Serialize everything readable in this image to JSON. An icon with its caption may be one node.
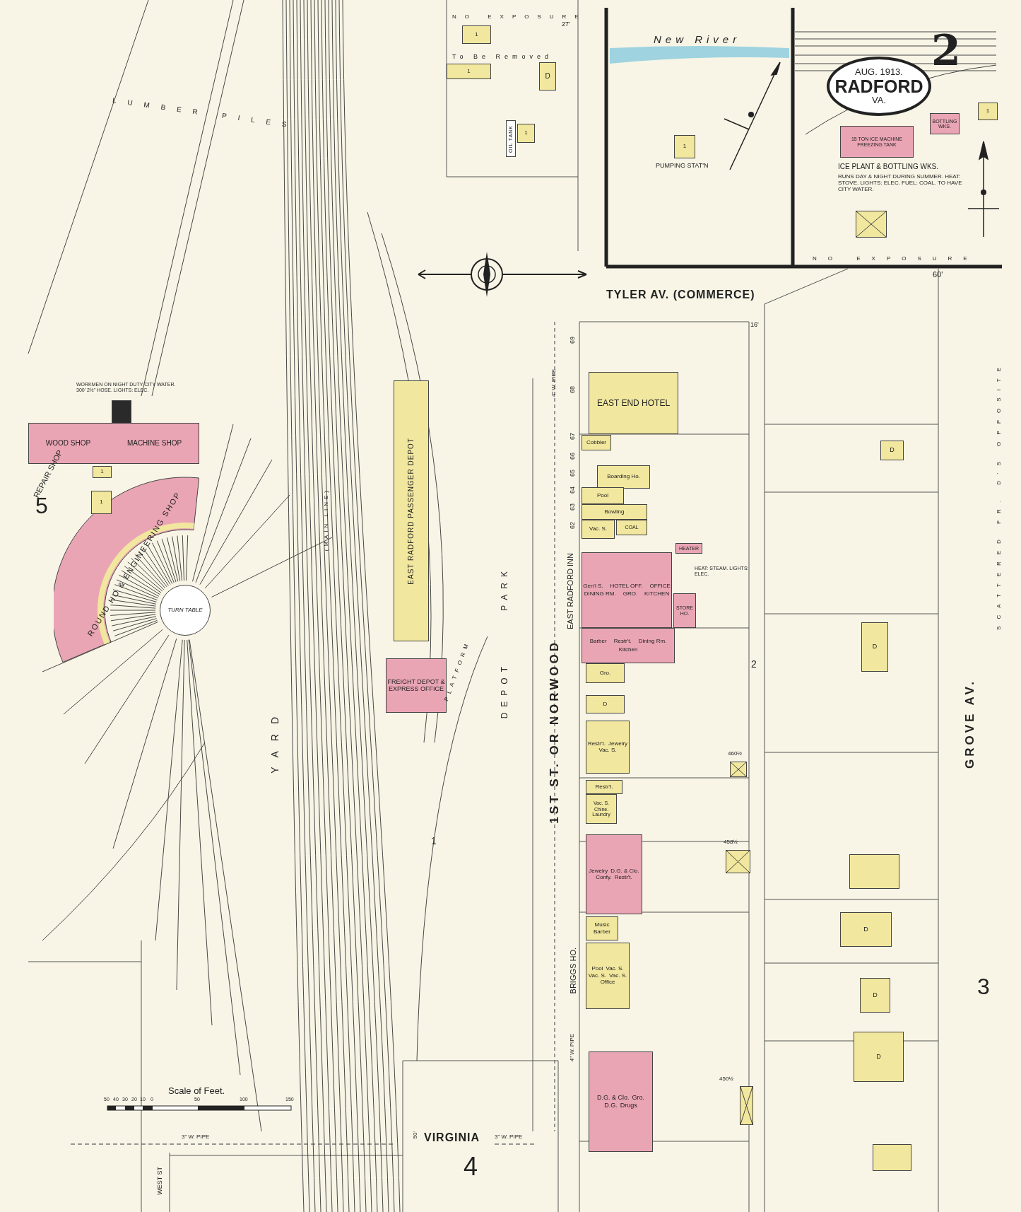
{
  "diagram": {
    "nodes": [
      {
        "text": [
          "1"
        ]
      },
      {
        "text": [
          "1"
        ]
      },
      {
        "text": [
          "D"
        ]
      },
      {
        "text": [
          "OIL TANK"
        ]
      },
      {
        "text": [
          "1"
        ]
      },
      {
        "text": [
          "1"
        ],
        "beside": [
          "PUMPING STAT'N"
        ]
      },
      {
        "text": [
          "15 TON ICE MACHINE",
          "FREEZING TANK"
        ],
        "beside": [
          "ICE PLANT & BOTTLING WKS."
        ]
      },
      {
        "text": [
          "BOTTLING WKS."
        ]
      },
      {
        "text": [
          "AUG. 1913.",
          "RADFORD",
          "VA."
        ]
      },
      {
        "text": [
          "1"
        ]
      },
      {
        "text": [],
        "shape": "box"
      },
      {
        "text": [
          "WOOD SHOP",
          "MACHINE SHOP"
        ],
        "beside": [
          "REPAIR SHOP"
        ]
      },
      {
        "text": [],
        "shape": "box"
      },
      {
        "text": [
          "ROUND HO & ENGINEERING SHOP"
        ]
      },
      {
        "text": [
          "TURN TABLE"
        ]
      },
      {
        "text": [
          "1"
        ]
      },
      {
        "text": [
          "1"
        ]
      },
      {
        "text": [
          "EAST RADFORD PASSENGER DEPOT"
        ]
      },
      {
        "text": [
          "FREIGHT DEPOT & EXPRESS OFFICE"
        ]
      },
      {
        "text": [
          "EAST END HOTEL"
        ]
      },
      {
        "text": [
          "Cobbler"
        ]
      },
      {
        "text": [
          "Boarding Ho."
        ]
      },
      {
        "text": [
          "Pool"
        ]
      },
      {
        "text": [
          "Bowling"
        ]
      },
      {
        "text": [
          "Vac. S."
        ]
      },
      {
        "text": [
          "COAL"
        ]
      },
      {
        "text": [
          "HEATER"
        ]
      },
      {
        "text": [
          "Gen'l S.",
          "HOTEL OFF.",
          "OFFICE",
          "DINING RM.",
          "GRO.",
          "KITCHEN"
        ],
        "beside": [
          "EAST RADFORD INN"
        ]
      },
      {
        "text": [
          "STORE HO."
        ]
      },
      {
        "text": [
          "Barber",
          "Restr't.",
          "Dining Rm.",
          "Kitchen"
        ]
      },
      {
        "text": [
          "Gro."
        ]
      },
      {
        "text": [
          "D"
        ]
      },
      {
        "text": [
          "Restr't.",
          "Jewelry",
          "Vac. S."
        ]
      },
      {
        "text": [
          "Restr't."
        ]
      },
      {
        "text": [
          "Vac. S.",
          "Chine. Laundry"
        ]
      },
      {
        "text": [
          "Jewelry",
          "D.G. & Clo.",
          "Confy.",
          "Restr't."
        ]
      },
      {
        "text": [
          "Music",
          "Barber"
        ]
      },
      {
        "text": [
          "Pool",
          "Vac. S.",
          "Vac. S.",
          "Vac. S.",
          "Office"
        ],
        "beside": [
          "BRIGGS HO."
        ]
      },
      {
        "text": [
          "D.G. & Clo.",
          "Gro.",
          "D.G.",
          "Drugs"
        ]
      },
      {
        "text": [
          "D"
        ]
      },
      {
        "text": [
          "D"
        ]
      },
      {
        "text": [],
        "shape": "box"
      },
      {
        "text": [
          "D"
        ]
      },
      {
        "text": [
          "D"
        ]
      },
      {
        "text": [
          "D"
        ]
      },
      {
        "text": [],
        "shape": "box"
      },
      {
        "text": [],
        "shape": "box",
        "beside": [
          "460½"
        ]
      },
      {
        "text": [],
        "shape": "box",
        "beside": [
          "458½"
        ]
      },
      {
        "text": [],
        "shape": "box",
        "beside": [
          "450½"
        ]
      }
    ],
    "labels": [
      "NO EXPOSURE",
      "27'",
      "To Be Removed",
      "New River",
      "2",
      "RUNS DAY & NIGHT DURING SUMMER. HEAT: STOVE. LIGHTS: ELEC. FUEL: COAL. TO HAVE CITY WATER.",
      "LUMBER PILES",
      "NO EXPOSURE",
      "60'",
      "TYLER AV. (COMMERCE)",
      "16'",
      "69",
      "4\" W. PIPE",
      "68",
      "WORKMEN ON NIGHT DUTY CITY WATER. 300' 2½\" HOSE. LIGHTS: ELEC.",
      "67",
      "66",
      "65",
      "64",
      "63",
      "62",
      "5",
      "(MAIN LINE)",
      "PARK",
      "HEAT: STEAM. LIGHTS: ELEC.",
      "YARD",
      "2",
      "PLATFORM",
      "DEPOT",
      "1ST ST. OR NORWOOD",
      "GROVE AV.",
      "SCATTERED FR. D'S OPPOSITE",
      "1",
      "3",
      "4\" W. PIPE",
      "Scale of Feet.",
      "50",
      "40",
      "30",
      "20",
      "10",
      "0",
      "50",
      "100",
      "150",
      "3\" W. PIPE",
      "50'",
      "VIRGINIA",
      "3\" W. PIPE",
      "WEST ST",
      "4"
    ]
  }
}
